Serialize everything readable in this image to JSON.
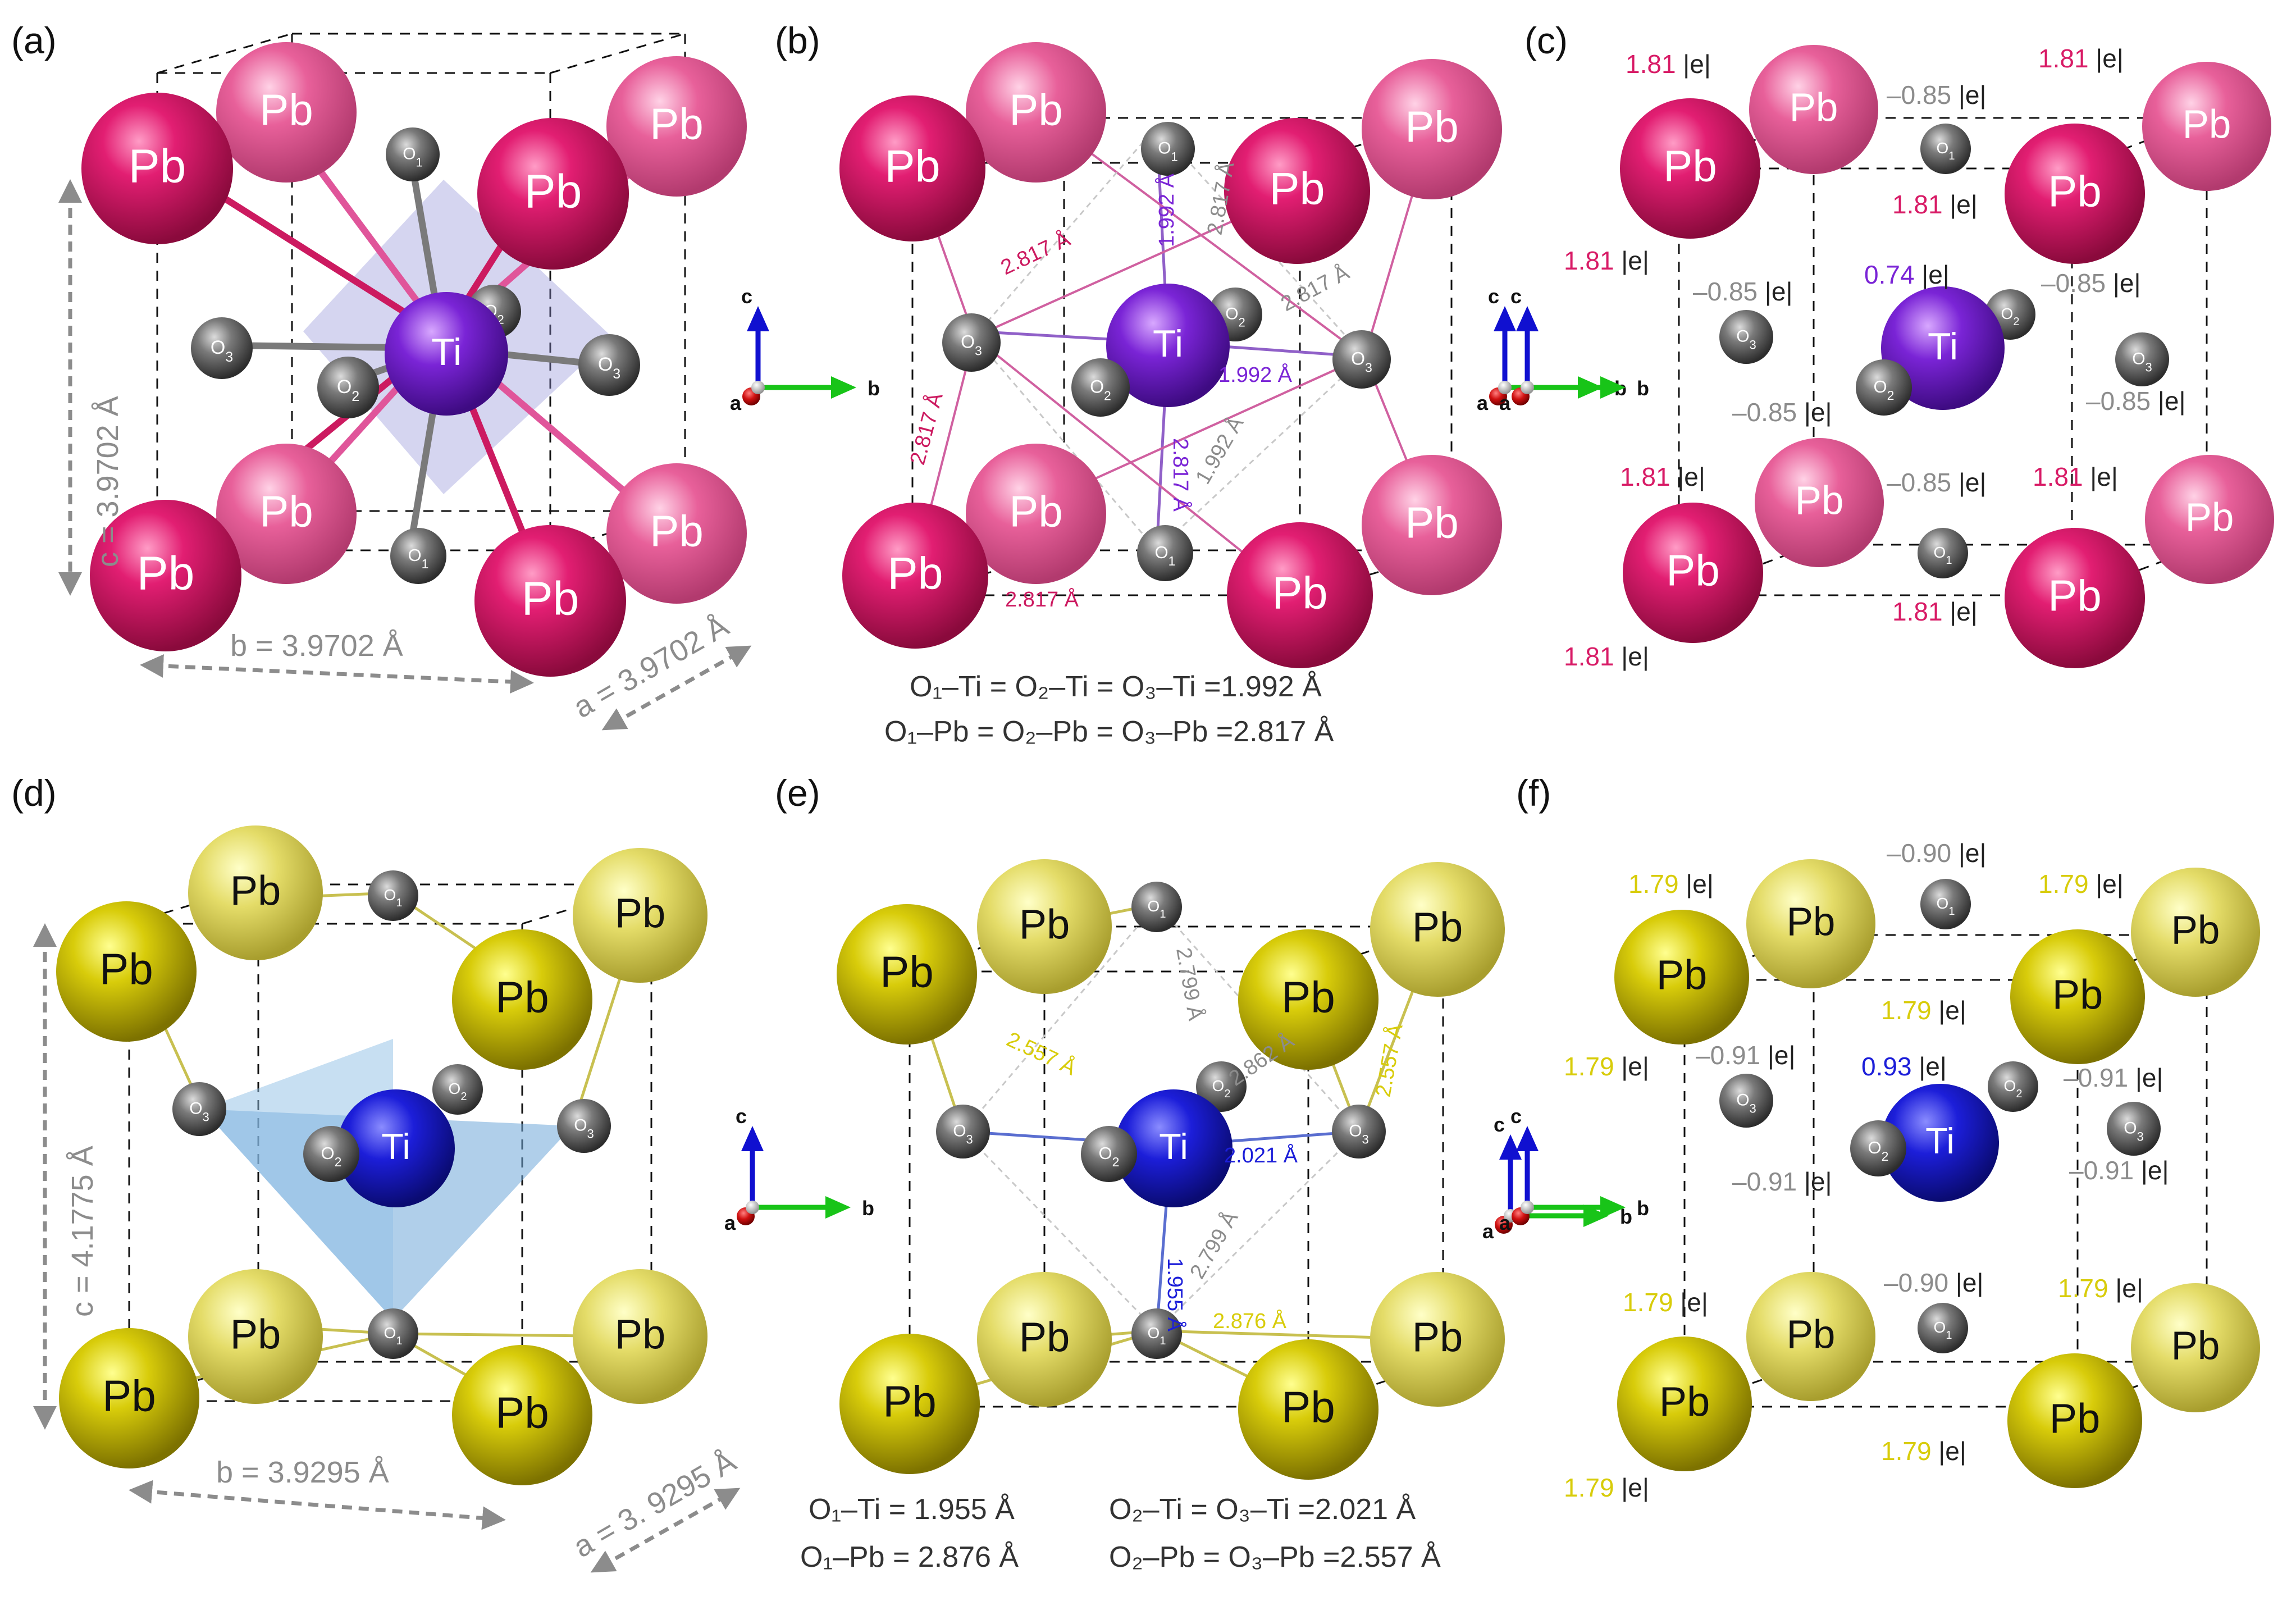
{
  "panel_labels": [
    "(a)",
    "(b)",
    "(c)",
    "(d)",
    "(e)",
    "(f)"
  ],
  "elements": {
    "Pb": "Pb",
    "Ti": "Ti",
    "O": "O",
    "sub1": "1",
    "sub2": "2",
    "sub3": "3"
  },
  "axes": {
    "c": "c",
    "a": "a",
    "b": "b"
  },
  "colors": {
    "pb_cubic": "#d81b66",
    "pb_tetra": "#d8cc0a",
    "ti_cubic": "#7a24d6",
    "ti_tetra": "#1c1ed9",
    "o": "#6e6e6e",
    "dim": "#8c8c8c",
    "dark": "#222222"
  },
  "charge_unit": "|e|",
  "panel_a": {
    "c_dim": "c = 3.9702 Å",
    "b_dim": "b = 3.9702 Å",
    "a_dim": "a = 3.9702 Å"
  },
  "panel_b": {
    "bond_labels": [
      "2.817 Å",
      "1.992 Å",
      "2.817 Å",
      "2.817 Å",
      "1.992 Å",
      "2.817 Å",
      "1.992 Å",
      "2.817 Å",
      "2.817 Å"
    ],
    "formula1": "O₁–Ti = O₂–Ti = O₃–Ti =1.992 Å",
    "formula2": "O₁–Pb = O₂–Pb = O₃–Pb =2.817 Å"
  },
  "panel_c": {
    "pb_charge": "1.81",
    "o_charge": "–0.85",
    "ti_charge": "0.74"
  },
  "panel_d": {
    "c_dim": "c = 4.1775 Å",
    "b_dim": "b = 3.9295 Å",
    "a_dim": "a = 3. 9295 Å"
  },
  "panel_e": {
    "bond_labels": [
      "2.799 Å",
      "2.557 Å",
      "2.862 Å",
      "2.557 Å",
      "2.021 Å",
      "1.955 Å",
      "2.799 Å",
      "2.876 Å"
    ],
    "formula1": "O₁–Ti = 1.955 Å",
    "formula2": "O₁–Pb = 2.876 Å",
    "formula3": "O₂–Ti = O₃–Ti =2.021 Å",
    "formula4": "O₂–Pb = O₃–Pb =2.557 Å"
  },
  "panel_f": {
    "pb_charge": "1.79",
    "o1_charge": "–0.90",
    "o23_charge": "–0.91",
    "ti_charge": "0.93"
  }
}
